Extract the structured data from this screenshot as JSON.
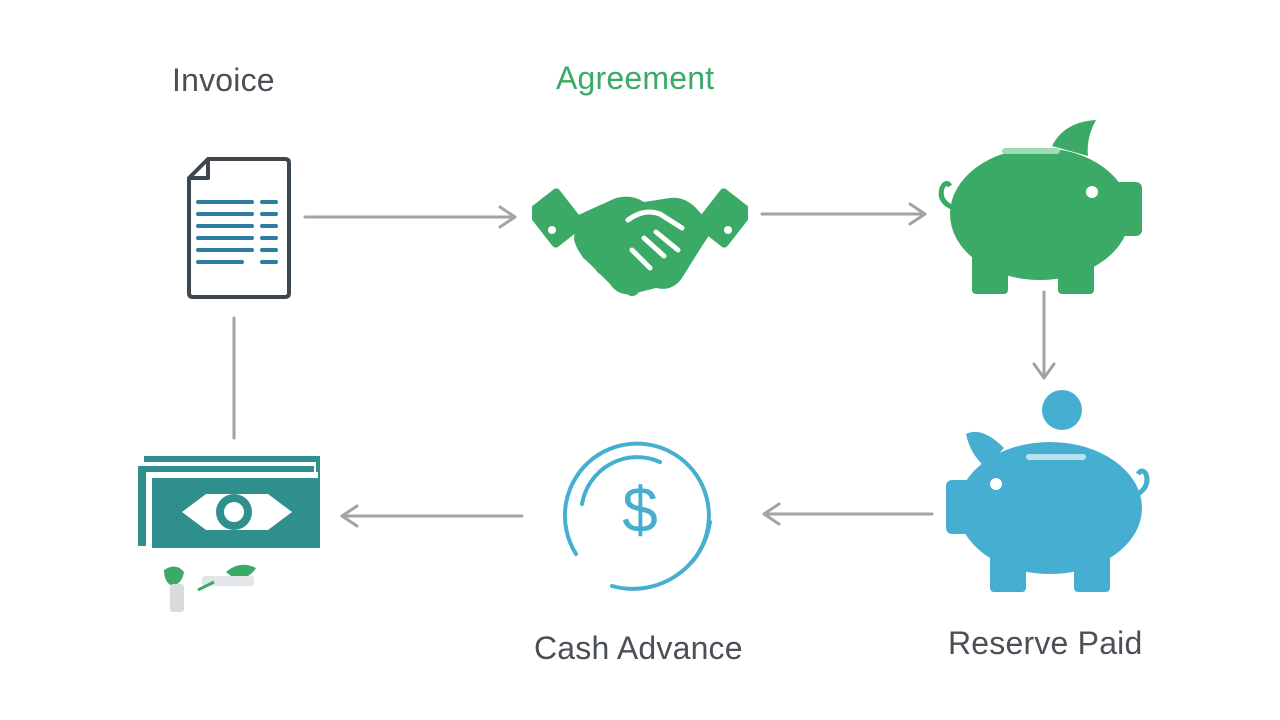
{
  "labels": {
    "invoice": "Invoice",
    "agreement": "Agreement",
    "cash_advance": "Cash Advance",
    "reserve_paid": "Reserve Paid"
  },
  "icons": {
    "invoice": "document-icon",
    "agreement": "handshake-icon",
    "reserve": "piggy-bank-icon",
    "reserve_paid": "piggy-bank-coin-icon",
    "cash_advance": "dollar-circle-icon",
    "payout": "cash-stack-icon"
  },
  "colors": {
    "background": "#ffffff",
    "text_gray": "#4a5056",
    "green": "#3aaa66",
    "teal": "#2f8f8c",
    "blue": "#46aed0",
    "arrow_gray": "#a3a3a3",
    "document_stroke": "#3e4750",
    "document_lines": "#2e7da3"
  }
}
